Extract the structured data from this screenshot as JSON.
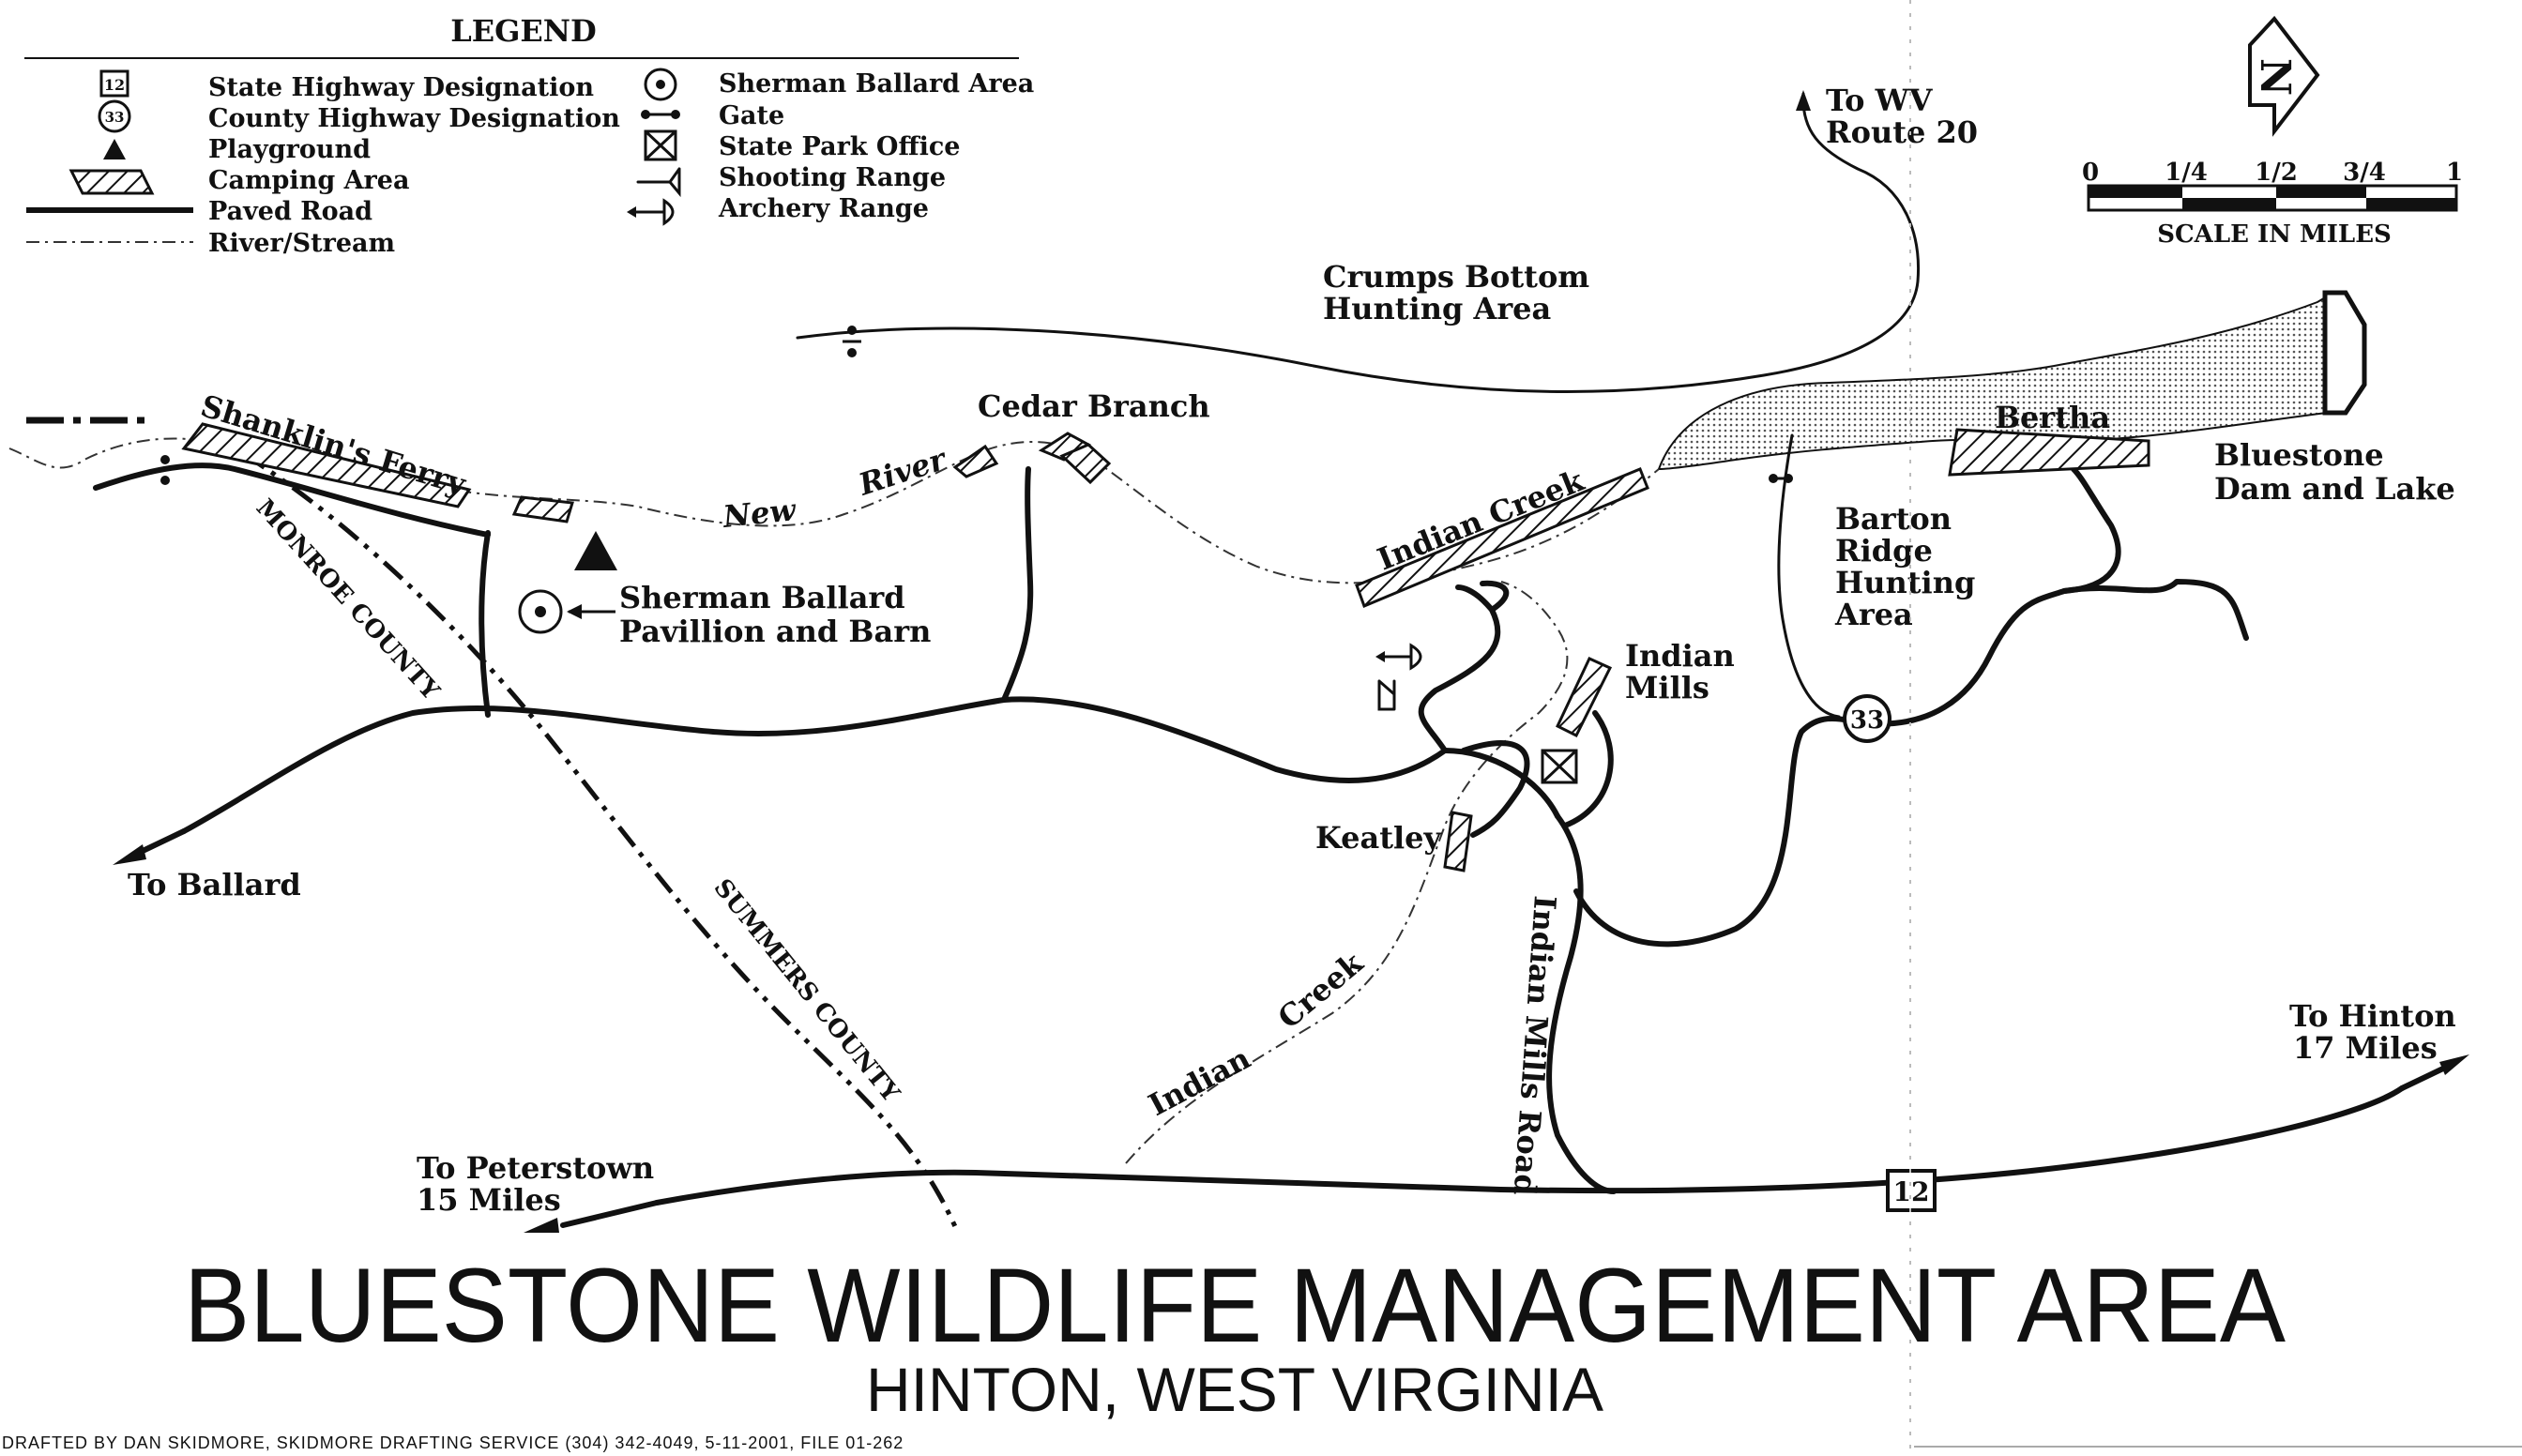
{
  "legend": {
    "title": "LEGEND",
    "items_left": [
      {
        "icon": "state-highway-shield-icon",
        "symbol": "12",
        "label": "State Highway Designation"
      },
      {
        "icon": "county-highway-circle-icon",
        "symbol": "33",
        "label": "County Highway Designation"
      },
      {
        "icon": "playground-triangle-icon",
        "label": "Playground"
      },
      {
        "icon": "camping-hatch-icon",
        "label": "Camping Area"
      },
      {
        "icon": "paved-road-line-icon",
        "label": "Paved Road"
      },
      {
        "icon": "river-dash-line-icon",
        "label": "River/Stream"
      }
    ],
    "items_right": [
      {
        "icon": "sherman-ballard-dot-icon",
        "label": "Sherman Ballard Area"
      },
      {
        "icon": "gate-icon",
        "label": "Gate"
      },
      {
        "icon": "state-park-office-icon",
        "label": "State Park Office"
      },
      {
        "icon": "shooting-range-icon",
        "label": "Shooting Range"
      },
      {
        "icon": "archery-range-icon",
        "label": "Archery Range"
      }
    ]
  },
  "scale": {
    "ticks": [
      "0",
      "1/4",
      "1/2",
      "3/4",
      "1"
    ],
    "label": "SCALE IN MILES"
  },
  "north_arrow": {
    "letter": "N"
  },
  "labels": {
    "to_wv_1": "To WV",
    "to_wv_2": "Route 20",
    "crumps_1": "Crumps Bottom",
    "crumps_2": "Hunting Area",
    "cedar_branch": "Cedar Branch",
    "shanklins_ferry": "Shanklin's Ferry",
    "monroe_county": "MONROE COUNTY",
    "summers_county": "SUMMERS COUNTY",
    "new": "New",
    "river": "River",
    "sherman_1": "Sherman Ballard",
    "sherman_2": "Pavillion and Barn",
    "indian_creek_upper": "Indian Creek",
    "indian_creek_lower_1": "Indian",
    "indian_creek_lower_2": "Creek",
    "bertha": "Bertha",
    "bluestone_1": "Bluestone",
    "bluestone_2": "Dam and Lake",
    "barton_1": "Barton",
    "barton_2": "Ridge",
    "barton_3": "Hunting",
    "barton_4": "Area",
    "indian_mills_1": "Indian",
    "indian_mills_2": "Mills",
    "keatley": "Keatley",
    "indian_mills_road": "Indian Mills Road",
    "to_ballard": "To Ballard",
    "to_peterstown_1": "To Peterstown",
    "to_peterstown_2": "15 Miles",
    "to_hinton_1": "To Hinton",
    "to_hinton_2": "17 Miles",
    "route_33": "33",
    "route_12": "12"
  },
  "title": "BLUESTONE WILDLIFE MANAGEMENT AREA",
  "subtitle": "HINTON, WEST VIRGINIA",
  "credit": "DRAFTED BY DAN SKIDMORE, SKIDMORE DRAFTING SERVICE (304) 342-4049, 5-11-2001, FILE 01-262"
}
